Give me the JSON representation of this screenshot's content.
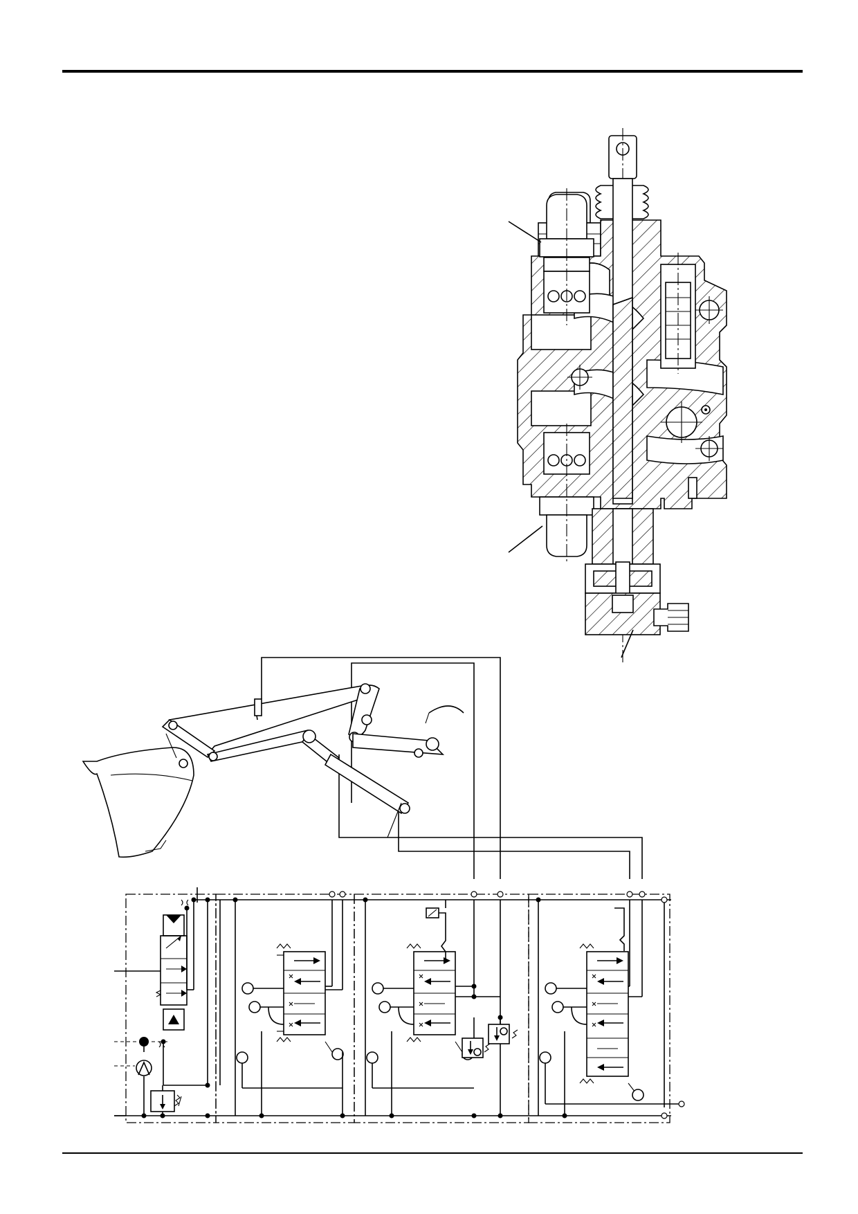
{
  "page": {
    "background": "#ffffff",
    "ink": "#000000"
  },
  "figures": [
    {
      "id": "control-valve-cross-section",
      "kind": "technical drawing"
    },
    {
      "id": "front-loader-linkage",
      "kind": "technical drawing"
    },
    {
      "id": "hydraulic-circuit-schematic",
      "kind": "schematic",
      "sections": 4
    }
  ],
  "callouts": {
    "leaders": 3
  }
}
